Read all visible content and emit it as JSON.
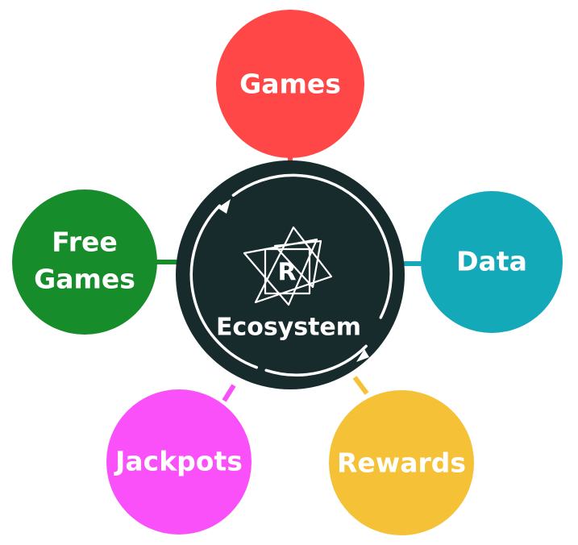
{
  "hub": {
    "label": "Ecosystem",
    "logo_letter": "R",
    "fill": "#172b2c",
    "ring_color": "#ffffff"
  },
  "nodes": [
    {
      "key": "games",
      "lines": [
        "Games"
      ],
      "color": "#ff4747"
    },
    {
      "key": "data",
      "lines": [
        "Data"
      ],
      "color": "#14a9b9"
    },
    {
      "key": "rewards",
      "lines": [
        "Rewards"
      ],
      "color": "#f5c137"
    },
    {
      "key": "jackpots",
      "lines": [
        "Jackpots"
      ],
      "color": "#fa50fa"
    },
    {
      "key": "free-games",
      "lines": [
        "Free",
        "Games"
      ],
      "color": "#178c2a"
    }
  ]
}
